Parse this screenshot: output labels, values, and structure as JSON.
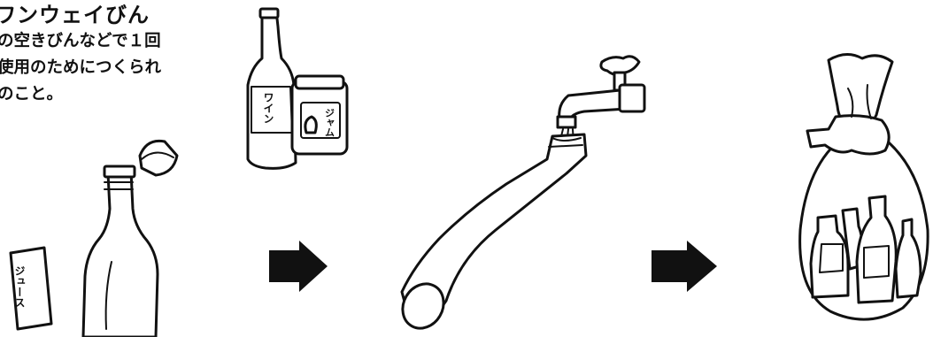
{
  "caption": {
    "heading": "ワンウェイびん",
    "body_lines": [
      "の空きびんなどで１回",
      "使用のためにつくられ",
      "のこと。"
    ]
  },
  "labels": {
    "wine": "ワイン",
    "jam": "ジャム",
    "juice": "ジュース"
  },
  "arrows": [
    "arrow-1",
    "arrow-2"
  ],
  "colors": {
    "ink": "#111111",
    "background": "#ffffff"
  }
}
